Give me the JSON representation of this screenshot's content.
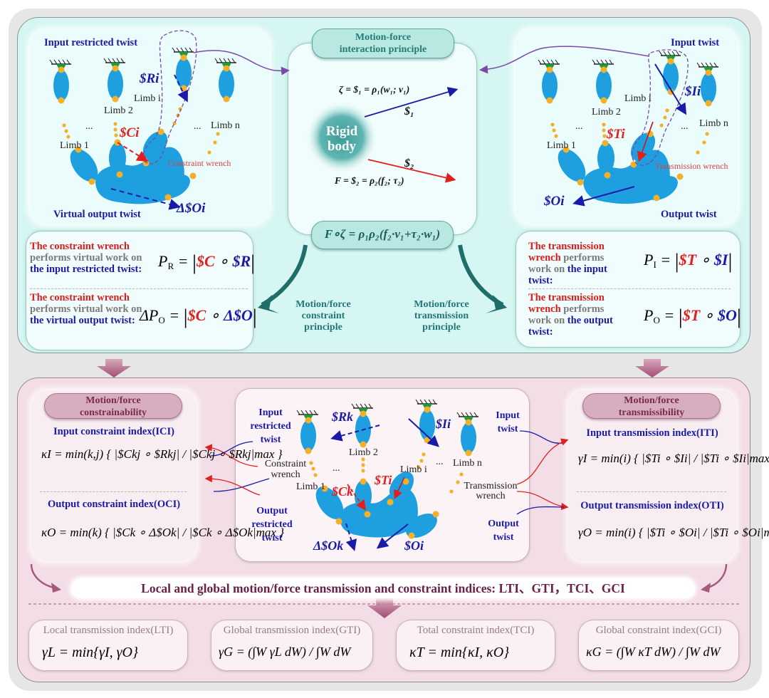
{
  "top": {
    "left_diagram": {
      "title": "Input restricted twist",
      "bottom_label": "Virtual output twist",
      "limbs": [
        "Limb 1",
        "Limb 2",
        "Limb i",
        "Limb n"
      ],
      "ellipsis": "...",
      "screw_R": "$Ri",
      "screw_C": "$Ci",
      "screw_dO": "Δ$Oi",
      "wrench_label": "Constraint wrench"
    },
    "center": {
      "title_line1": "Motion-force",
      "title_line2": "interaction principle",
      "rigid_body_line1": "Rigid",
      "rigid_body_line2": "body",
      "eq_twist": "ζ = $₁ = ρ₁(w₁;  v₁)",
      "eq_wrench": "F = $₂ = ρ₂(f₂;  τ₂)",
      "screw1": "$₁",
      "screw2": "$₂",
      "eq_power": "F∘ζ = ρ₁ρ₂(f₂·v₁+τ₂·w₁)"
    },
    "right_diagram": {
      "title": "Input twist",
      "bottom_label": "Output twist",
      "limbs": [
        "Limb 1",
        "Limb 2",
        "Limb i",
        "Limb n"
      ],
      "ellipsis": "...",
      "screw_I": "$Ii",
      "screw_T": "$Ti",
      "screw_O": "$Oi",
      "wrench_label": "Transmission wrench"
    },
    "left_box": {
      "row1": {
        "red": "The constraint wrench",
        "gray": " performs virtual work on ",
        "blue": "the input restricted twist:",
        "formula_lhs": "P",
        "formula_sub": "R",
        "op_a": "$C",
        "op_b": "$R"
      },
      "row2": {
        "red": "The constraint wrench",
        "gray": " performs virtual work on ",
        "blue": "the virtual output twist:",
        "formula_lhs": "ΔP",
        "formula_sub": "O",
        "op_a": "$C",
        "op_b": "Δ$O"
      }
    },
    "right_box": {
      "row1": {
        "red": "The transmission wrench",
        "gray": " performs work on ",
        "blue": "the input twist:",
        "formula_lhs": "P",
        "formula_sub": "I",
        "op_a": "$T",
        "op_b": "$I"
      },
      "row2": {
        "red": "The  transmission wrench",
        "gray": " performs work on ",
        "blue": "the output twist:",
        "formula_lhs": "P",
        "formula_sub": "O",
        "op_a": "$T",
        "op_b": "$O"
      }
    },
    "principle_left": [
      "Motion/force",
      "constraint",
      "principle"
    ],
    "principle_right": [
      "Motion/force",
      "transmission",
      "principle"
    ]
  },
  "bottom": {
    "left_card": {
      "pill_line1": "Motion/force",
      "pill_line2": "constrainability",
      "ici_title": "Input constraint index(ICI)",
      "ici_formula": "κI = min(k,j) { |$Ckj ∘ $Rkj| / |$Ckj ∘ $Rkj|max }",
      "oci_title": "Output constraint index(OCI)",
      "oci_formula": "κO = min(k) { |$Ck ∘ Δ$Ok| / |$Ck ∘ Δ$Ok|max }"
    },
    "center_diagram": {
      "input_restricted": [
        "Input",
        "restricted",
        "twist"
      ],
      "constraint_wrench": [
        "Constraint",
        "wrench"
      ],
      "output_restricted": [
        "Output",
        "restricted",
        "twist"
      ],
      "input_twist": [
        "Input",
        "twist"
      ],
      "transmission_wrench": [
        "Transmission",
        "wrench"
      ],
      "output_twist": [
        "Output",
        "twist"
      ],
      "limbs": [
        "Limb 1",
        "Limb 2",
        "Limb i",
        "Limb n"
      ],
      "ellipsis": "...",
      "screw_Rk": "$Rk",
      "screw_Ii": "$Ii",
      "screw_Ck": "$Ck",
      "screw_Ti": "$Ti",
      "screw_dOk": "Δ$Ok",
      "screw_Oi": "$Oi"
    },
    "right_card": {
      "pill_line1": "Motion/force",
      "pill_line2": "transmissibility",
      "iti_title": "Input transmission index(ITI)",
      "iti_formula": "γI = min(i) { |$Ti ∘ $Ii| / |$Ti ∘ $Ii|max }",
      "oti_title": "Output transmission index(OTI)",
      "oti_formula": "γO = min(i) { |$Ti ∘ $Oi| / |$Ti ∘ $Oi|max }"
    },
    "summary": "Local and global motion/force transmission and constraint indices: LTI、GTI，TCI、GCI",
    "indices": [
      {
        "title": "Local transmission index(LTI)",
        "formula": "γL = min{γI,  γO}"
      },
      {
        "title": "Global transmission index(GTI)",
        "formula": "γG = (∫W γL dW) / ∫W dW"
      },
      {
        "title": "Total constraint index(TCI)",
        "formula": "κT = min{κI,  κO}"
      },
      {
        "title": "Global constraint index(GCI)",
        "formula": "κG = (∫W κT dW) / ∫W dW"
      }
    ]
  },
  "colors": {
    "teal_panel": "#d6f6f3",
    "pink_panel": "#f3dde6",
    "limb_blue": "#1ea0e0",
    "joint_orange": "#f5b02a",
    "base_green": "#1e9a3a",
    "twist_blue": "#1a1aa8",
    "wrench_red": "#e02020",
    "teal_arrow": "#1f6e6a",
    "maroon_arrow": "#a55a7c"
  }
}
